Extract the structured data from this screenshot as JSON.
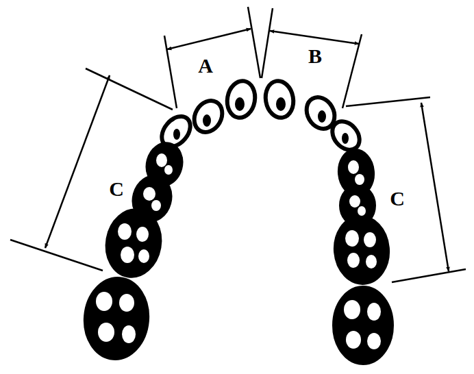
{
  "diagram": {
    "labels": [
      "A",
      "B",
      "C",
      "C"
    ]
  }
}
